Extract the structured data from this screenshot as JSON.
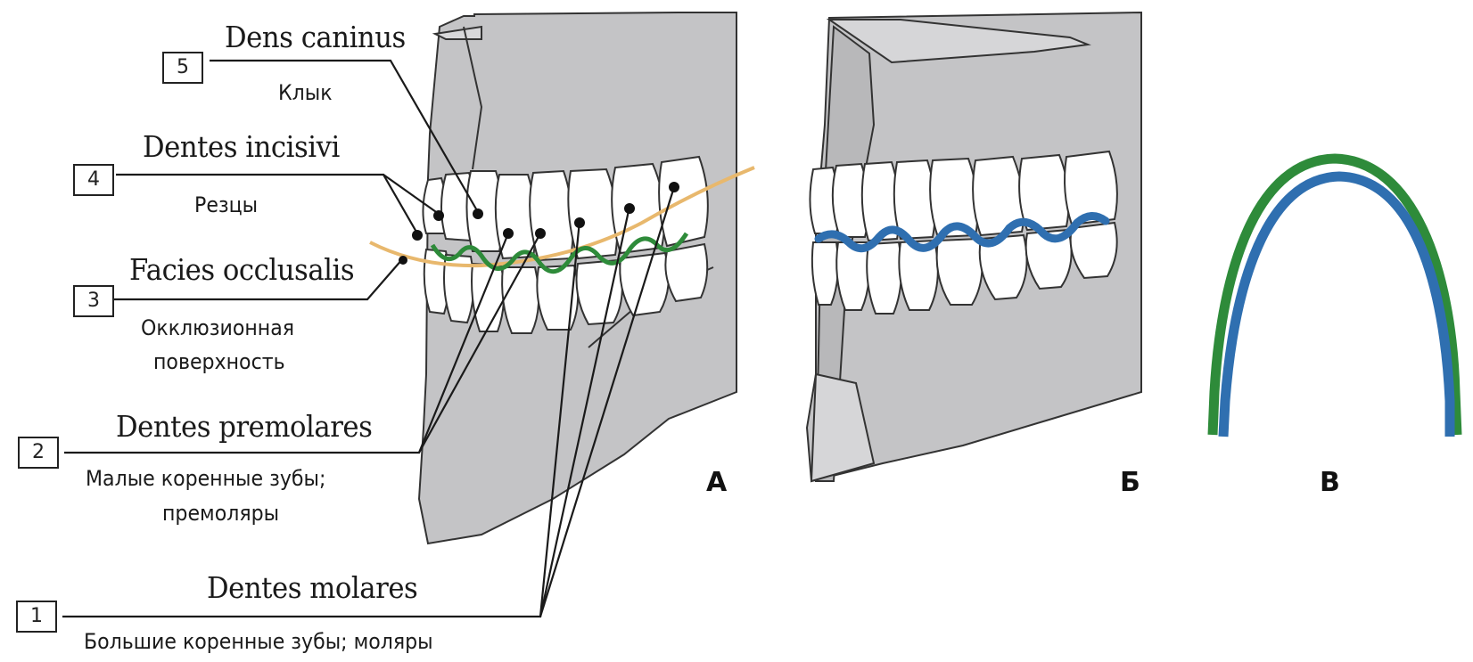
{
  "labels": [
    {
      "number": "5",
      "latin": "Dens caninus",
      "russian": [
        "Клык"
      ]
    },
    {
      "number": "4",
      "latin": "Dentes incisivi",
      "russian": [
        "Резцы"
      ]
    },
    {
      "number": "3",
      "latin": "Facies occlusalis",
      "russian": [
        "Окклюзионная",
        "поверхность"
      ]
    },
    {
      "number": "2",
      "latin": "Dentes premolares",
      "russian": [
        "Малые коренные зубы;",
        "премоляры"
      ]
    },
    {
      "number": "1",
      "latin": "Dentes molares",
      "russian": [
        "Большие коренные зубы; моляры"
      ]
    }
  ],
  "panels": {
    "a": "А",
    "b": "Б",
    "c": "В"
  },
  "colors": {
    "bone": "#c4c4c6",
    "tooth": "#ffffff",
    "outline": "#333333",
    "occlusal_line": "#e8b86d",
    "green_curve": "#2e8b3a",
    "blue_curve": "#2f6fb0"
  }
}
